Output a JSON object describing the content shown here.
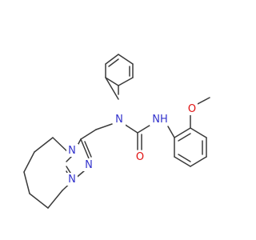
{
  "atoms": {
    "n_urea": {
      "text": "N",
      "color": "#3333cc"
    },
    "nh": {
      "text": "NH",
      "color": "#3333cc"
    },
    "o_carbonyl": {
      "text": "O",
      "color": "#e01010"
    },
    "o_methoxy": {
      "text": "O",
      "color": "#e01010"
    },
    "n_triazole_ring": {
      "text": "N",
      "color": "#3333cc"
    },
    "n_triazole_a": {
      "text": "N",
      "color": "#3333cc"
    },
    "n_triazole_b": {
      "text": "N",
      "color": "#3333cc"
    }
  },
  "colors": {
    "bond": "#3a3a3a"
  }
}
